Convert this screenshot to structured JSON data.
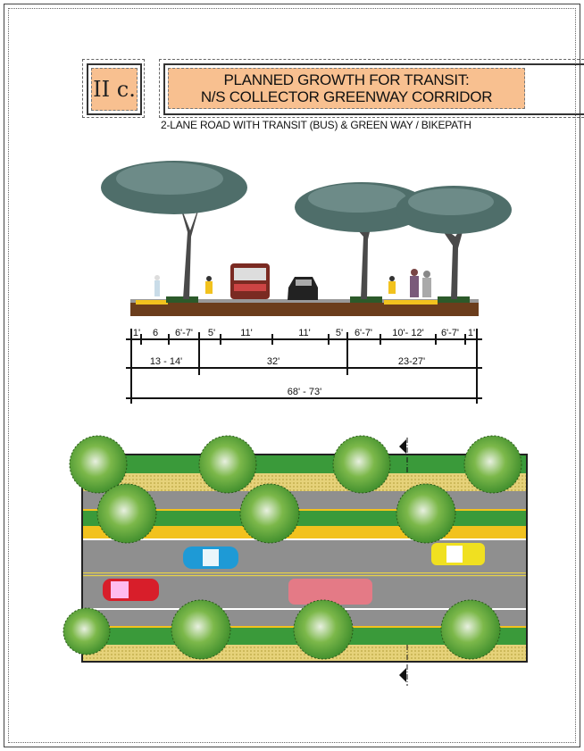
{
  "header": {
    "section_label": "II c.",
    "title_line1": "PLANNED GROWTH FOR TRANSIT:",
    "title_line2": "N/S COLLECTOR GREENWAY CORRIDOR",
    "subtitle": "2-LANE ROAD WITH TRANSIT (BUS) & GREEN WAY  / BIKEPATH"
  },
  "dimensions": {
    "segments": [
      "1'",
      "6",
      "6'-7'",
      "5'",
      "11'",
      "11'",
      "5'",
      "6'-7'",
      "10'- 12'",
      "6'-7'",
      "1'"
    ],
    "groups": [
      "13 - 14'",
      "32'",
      "23-27'"
    ],
    "total": "68' - 73'"
  },
  "colors": {
    "label_fill": "#f8c090",
    "grass": "#3a9a3a",
    "road": "#8f8f8f",
    "yellow_strip": "#f2c21e",
    "sand": "#e6d27a"
  }
}
